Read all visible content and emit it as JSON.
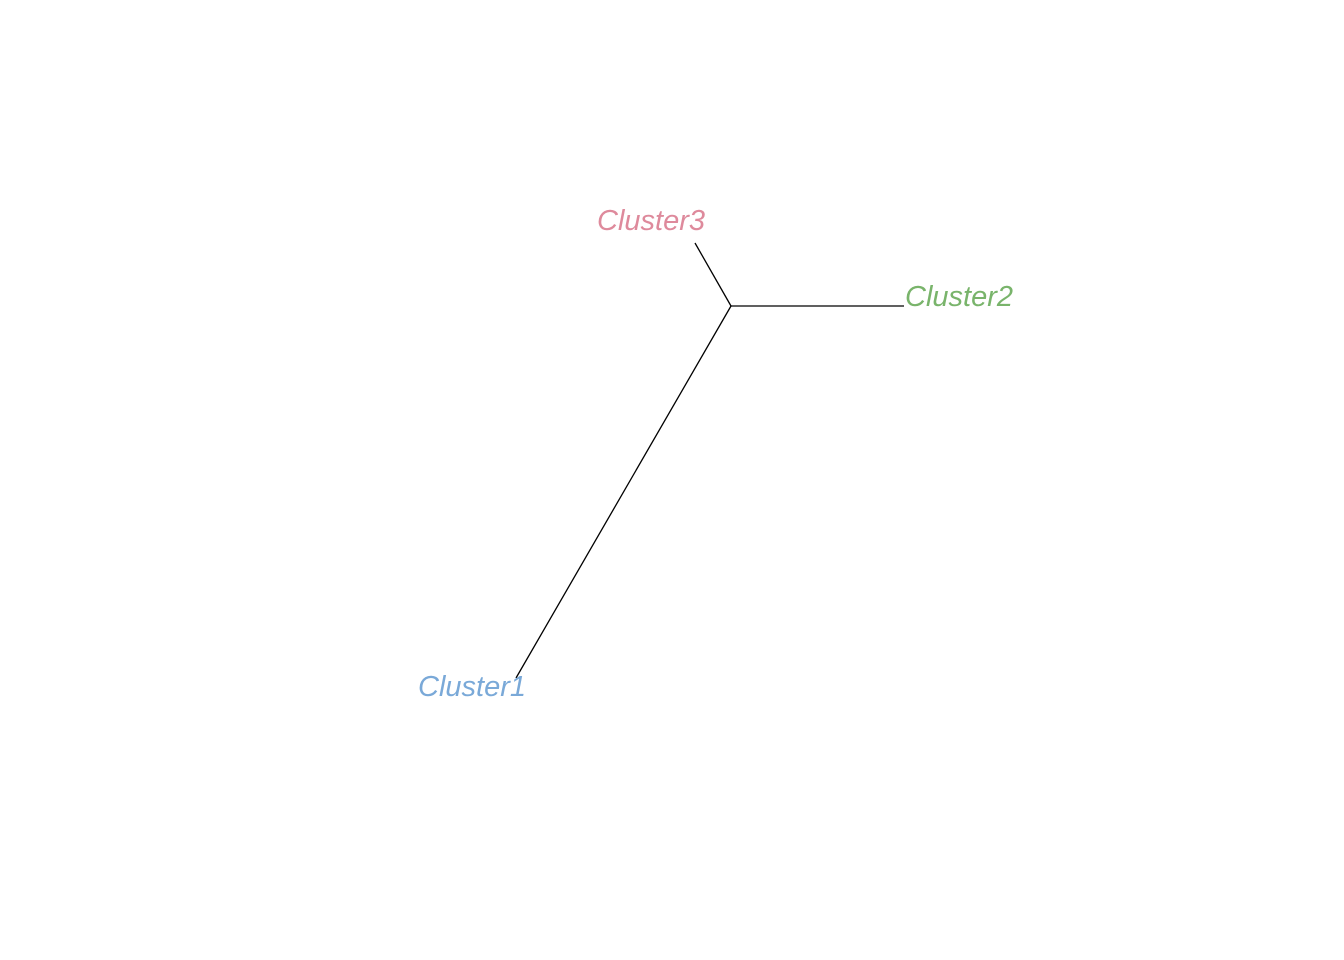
{
  "tree": {
    "type": "unrooted",
    "tips": [
      {
        "id": "c1",
        "label": "Cluster1",
        "color": "#7aa9d8"
      },
      {
        "id": "c2",
        "label": "Cluster2",
        "color": "#79b46b"
      },
      {
        "id": "c3",
        "label": "Cluster3",
        "color": "#de8a9c"
      }
    ]
  }
}
